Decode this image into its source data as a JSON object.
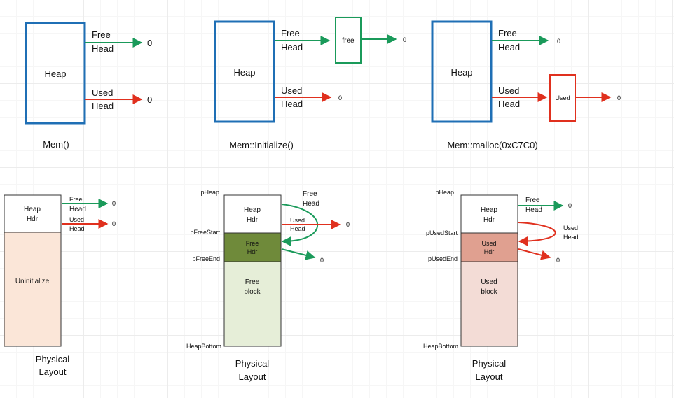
{
  "colors": {
    "blue": "#1f6fb5",
    "green": "#1a9a5a",
    "red": "#e0301e",
    "olive": "#6f8a3a",
    "lightGreen": "#e6eed8",
    "peach": "#fbe6d8",
    "rose": "#e0a090",
    "lightRose": "#f3dcd6"
  },
  "top": {
    "heap_label": "Heap",
    "free_label": "Free",
    "used_label": "Used",
    "head_label": "Head",
    "zero": "0",
    "free_box": "free",
    "used_box": "Used",
    "captions": [
      "Mem()",
      "Mem::Initialize()",
      "Mem::malloc(0xC7C0)"
    ]
  },
  "bottom": {
    "heap": "Heap",
    "hdr": "Hdr",
    "free": "Free",
    "used": "Used",
    "head": "Head",
    "block": "block",
    "zero": "0",
    "uninit": "Uninitialize",
    "pheap": "pHeap",
    "pfreestart": "pFreeStart",
    "pfreeend": "pFreeEnd",
    "pusedstart": "pUsedStart",
    "pusedend": "pUsedEnd",
    "heapbottom": "HeapBottom",
    "physical": "Physical",
    "layout": "Layout"
  }
}
